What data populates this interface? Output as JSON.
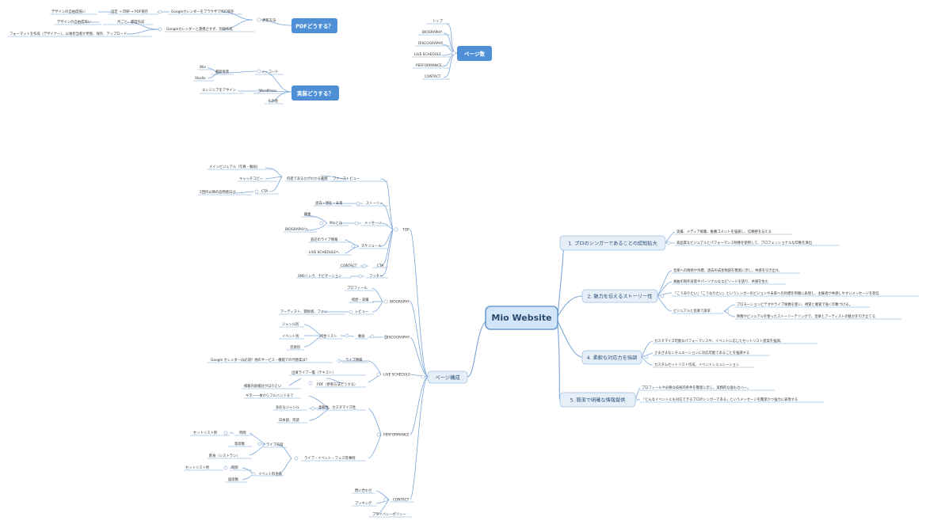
{
  "center": {
    "label": "Mio Website"
  },
  "colors": {
    "box": "#4f8fd6",
    "line": "#7aa6d8",
    "dot": "#9db7d6"
  },
  "pdf": {
    "title": "PDFどうする？",
    "update_method": "更新方法",
    "branch1": {
      "label": "Googleカレンダーをブラウザで​PDF保存",
      "sub_label": "設定 → 印刷 → PDF保存",
      "leaf": "デザインの自由度低い"
    },
    "branch2": {
      "label": "Googleカレンダーと連携させず、別途作成",
      "sub_label": "月ごと、都度作成",
      "leaf1": "デザインの自由度高い",
      "leaf2": "フォーマットを作成（デザイナー）、以後担当者が更新、保存、アップロード"
    }
  },
  "pages": {
    "title": "ページ数",
    "items": [
      "トップ",
      "BIOGRAPHY",
      "DISCOGRAPHY",
      "LIVE SCHEDULE",
      "PERFORMANCE",
      "CONTACT"
    ]
  },
  "impl": {
    "title": "実装どうする？",
    "nocode": "ノーコード",
    "candidate": "最新実装",
    "wix": "Wix",
    "studio": "Studio",
    "wordpress": "WordPress",
    "engineer": "エンジニアをアサイン",
    "other": "その他"
  },
  "structure": {
    "title": "ページ構成",
    "top": {
      "label": "TOP",
      "firstview": "ファーストビュー",
      "firstview_sub": "何者であるかがわかる表現",
      "main_visual": "メインビジュアル（写真・動画）",
      "catchcopy": "キャッチコピー",
      "cta": "CTA",
      "cta_leaf": "2回目以降の訪問者向け",
      "story": "ストーリー",
      "story_sub": "過去・現在・未来",
      "message": "メッセージ",
      "mio_is": "Mioとは",
      "summary": "概要",
      "to_bio": "BIOGRAPHYへ",
      "schedule": "スケジュール",
      "recent_live": "直近のライブ情報",
      "to_live": "LIVE SCHEDULEへ",
      "cta2": "CTA",
      "contact": "CONTACT",
      "footer": "フッター",
      "sns": "SNSリンク、ナビゲーション"
    },
    "biography": {
      "label": "BIOGRAPHY",
      "profile": "プロフィール",
      "career": "経歴・実績",
      "review": "レビュー",
      "review_sub": "アーティスト、関係者、ファン"
    },
    "discography": {
      "label": "DISCOGRAPHY",
      "video": "動画",
      "playlist": "再生リスト",
      "genre": "ジャンル別",
      "event": "イベント別",
      "album": "音源別"
    },
    "live_schedule": {
      "label": "LIVE SCHEDULE",
      "live_info": "ライブ情報",
      "question": "Google カレンダーは必須？他のサービス・機能での代替案は？",
      "list": "出演ライブ一覧（テキスト）",
      "pdf": "PDF（更新方法どうする）",
      "pdf_sub": "掲載内容検討がほりたい"
    },
    "performance": {
      "label": "PERFORMANCE",
      "flex": "柔軟性、カスタマイズ性",
      "guitar": "ギター一本からフルバンドまで",
      "genres": "多彩なジャンル",
      "langs": "日本語、英語",
      "live_examples": "ライブ・イベント・フェス等事例",
      "live_content": "ライブ内容",
      "setlist": "セットリスト例",
      "time": "時間",
      "audience": "客席数",
      "dinner": "飲食（レストラン）",
      "event_fee": "イベント料金表",
      "setlist2": "セットリスト例",
      "time2": "時間",
      "audience2": "座席数"
    },
    "contact": {
      "label": "CONTACT",
      "inquiry": "問い合わせ",
      "booking": "ブッキング",
      "privacy": "プライバシーポリシー"
    }
  },
  "goals": [
    {
      "title": "1. プロのシンガーであることの認知拡大",
      "points": [
        "実績、メディア掲載、推薦コメントを強調し、信頼感を与える",
        "高品質なビジュアルとパフォーマンス映像を使用して、プロフェッショナルな印象を演出"
      ]
    },
    {
      "title": "2. 魅力を伝えるストーリー性",
      "points": [
        "音楽への情熱や目標、過去の成長物語を簡潔に示し、共感を引き出す。",
        "楽曲の制作背景やパーソナルなエピソードを語り、共感を生む",
        "「こうありたい」「こうなりたい」というシンガーのビジョンや未来への目標を明確に表現し、主催者が共感しやすいメッセージを発信",
        "ビジュアルと音楽で訴求"
      ],
      "subpoints": [
        "プロモーションビデオやライブ映像を使い、視覚と聴覚で強く印象づける。",
        "映像やビジュアルを使ったストーリーテリングで、音楽とアーティストの魅力を引き立てる"
      ]
    },
    {
      "title": "4. 柔軟な対応力を強調",
      "points": [
        "カスタマイズ可能なパフォーマンスや、イベントに応じたセットリスト提案を強調。",
        "さまざまなシチュエーションに対応可能であることを強調する",
        "カスタムセットリスト作成、イベントシミュレーション"
      ]
    },
    {
      "title": "5. 簡潔で明確な情報提供",
      "points": [
        "プロフィールや必要な技術的条件を簡潔に示し、実務的な面もカバー。",
        "「どんなイベントにも対応できるプロのシンガーである」というメッセージを簡潔かつ強力に表現する"
      ]
    }
  ]
}
